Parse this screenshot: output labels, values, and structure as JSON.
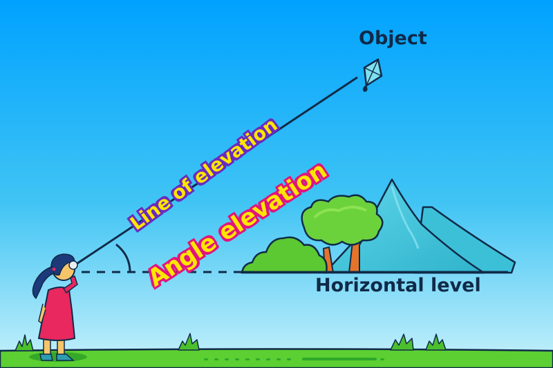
{
  "labels": {
    "object": "Object",
    "line_of_elevation": "Line of elevation",
    "angle_elevation": "Angle elevation",
    "horizontal_level": "Horizontal level"
  },
  "colors": {
    "sky_top": "#00a2ff",
    "sky_bottom": "#c2f0fb",
    "grass": "#5ccf32",
    "outline": "#0f2a48",
    "line_text_fill": "#ffe600",
    "line_text_stroke": "#6a2bc0",
    "angle_text_fill": "#ffe600",
    "angle_text_stroke": "#e0157e",
    "mountain": "#3cc0d8",
    "tree_foliage": "#6cd23c",
    "tree_trunk": "#e5742a",
    "dress": "#e8285e",
    "hair": "#1c3a7a"
  },
  "icons": {
    "kite": "kite-icon",
    "girl": "girl-observer-figure",
    "tree": "tree-icon",
    "bush": "bush-icon",
    "mountain": "mountain-icon",
    "grass_tuft": "grass-tuft-icon"
  }
}
